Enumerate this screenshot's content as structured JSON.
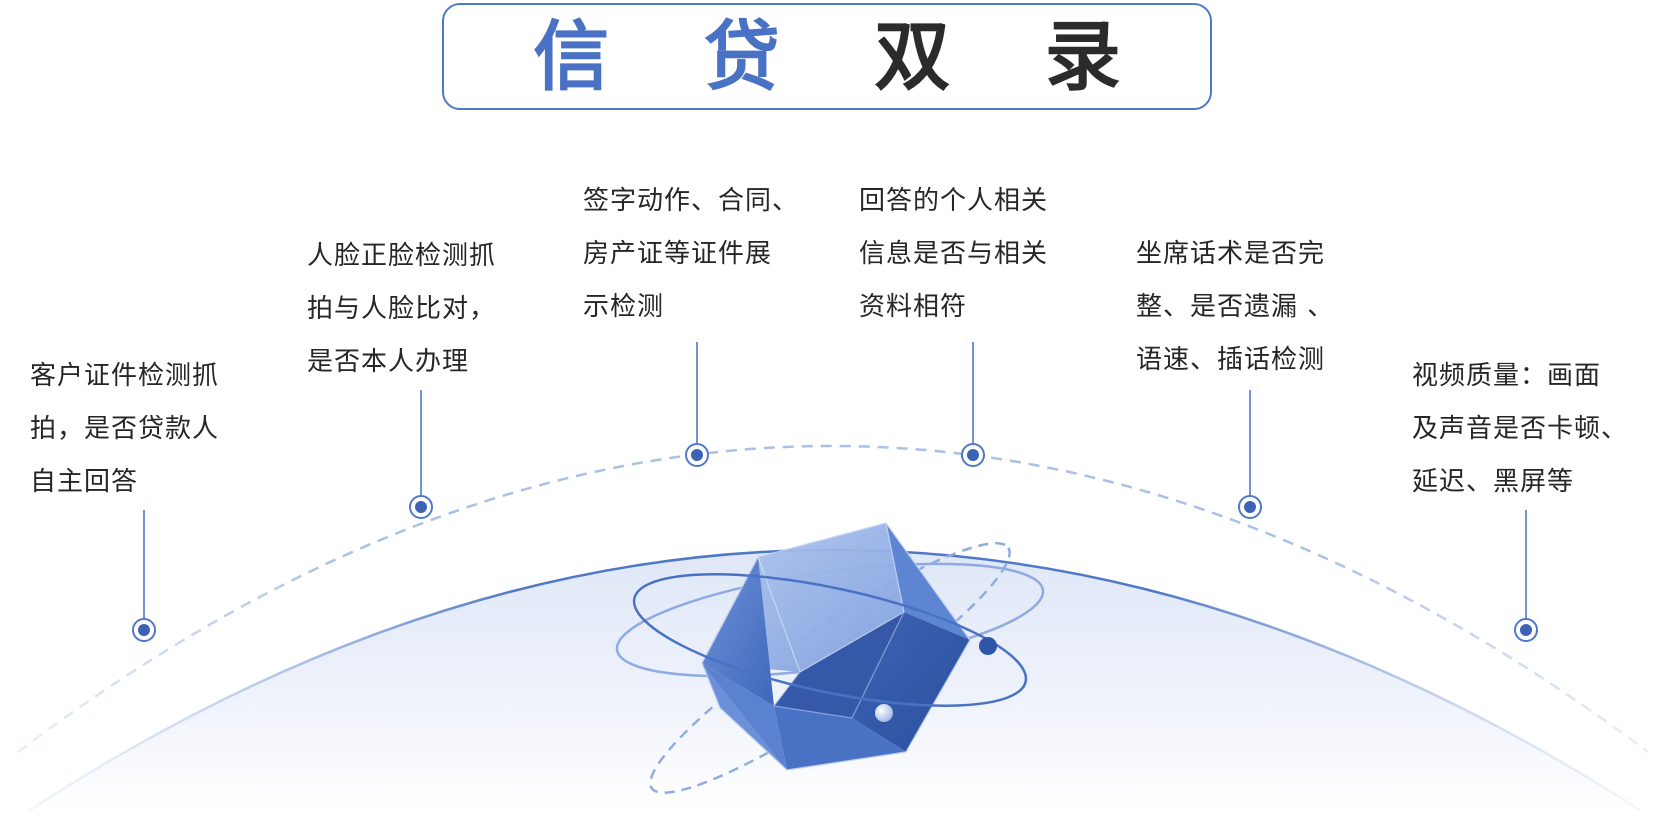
{
  "title": {
    "part_blue": "信 贷",
    "part_dark": "双 录"
  },
  "labels": [
    "客户证件检测抓\n拍，是否贷款人\n自主回答",
    "人脸正脸检测抓\n拍与人脸比对，\n是否本人办理",
    "签字动作、合同、\n房产证等证件展\n示检测",
    "回答的个人相关\n信息是否与相关\n资料相符",
    "坐席话术是否完\n整、是否遗漏 、\n语速、插话检测",
    "视频质量：画面\n及声音是否卡顿、\n延迟、黑屏等"
  ],
  "colors": {
    "accent": "#4a72c4",
    "accent_dark": "#3b62b5",
    "dashed_arc": "#aac0e6",
    "text": "#262626",
    "title_dark": "#2b2b2b"
  }
}
